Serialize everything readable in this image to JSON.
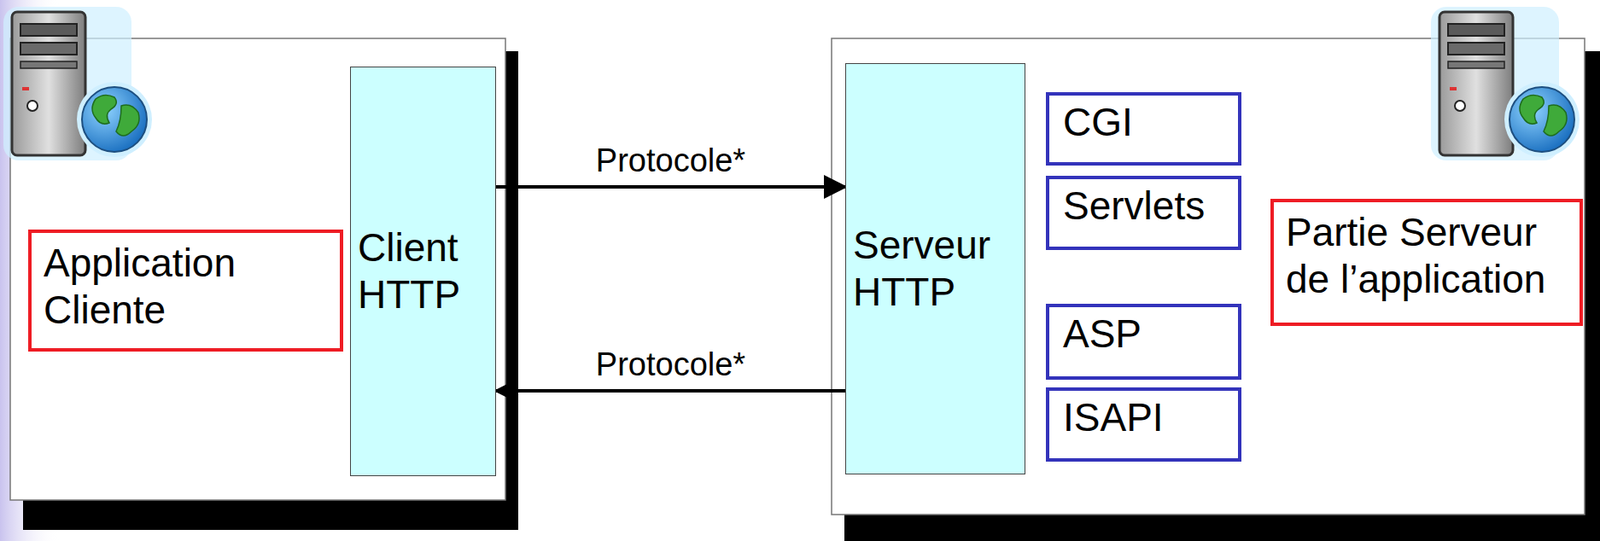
{
  "diagram": {
    "nodes": [
      {
        "text": [
          "Application Cliente"
        ]
      },
      {
        "text": [
          "Client HTTP"
        ]
      },
      {
        "text": [
          "Serveur HTTP"
        ]
      },
      {
        "text": [
          "CGI"
        ]
      },
      {
        "text": [
          "Servlets"
        ]
      },
      {
        "text": [
          "ASP"
        ]
      },
      {
        "text": [
          "ISAPI"
        ]
      },
      {
        "text": [
          "Partie Serveur de l’application"
        ]
      }
    ],
    "edges": [
      {
        "from": 1,
        "to": 2,
        "label": "Protocole*",
        "arrow": "to"
      },
      {
        "from": 2,
        "to": 1,
        "label": "Protocole*",
        "arrow": "to"
      }
    ]
  }
}
